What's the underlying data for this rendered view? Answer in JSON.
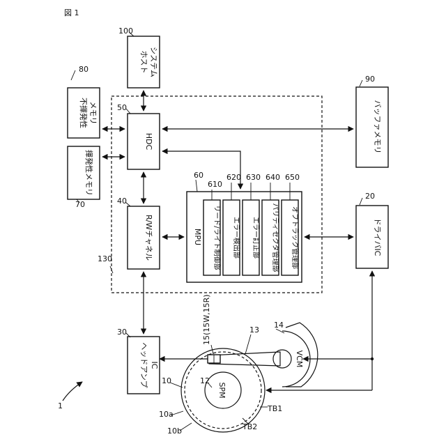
{
  "figure_title": "図 1",
  "refs": {
    "r100": "100",
    "r80": "80",
    "r90": "90",
    "r50": "50",
    "r130": "130",
    "r60": "60",
    "r610": "610",
    "r620": "620",
    "r630": "630",
    "r640": "640",
    "r650": "650",
    "r70": "70",
    "r40": "40",
    "r20": "20",
    "r30": "30",
    "r10": "10",
    "r12": "12",
    "r13": "13",
    "r14": "14",
    "r15": "15(15W,15R)",
    "r10a": "10a",
    "r10b": "10b",
    "rTB1": "TB1",
    "rTB2": "TB2",
    "r1": "1"
  },
  "blocks": {
    "host1": "ホスト",
    "host2": "システム",
    "nvm1": "不揮発性",
    "nvm2": "メモリ",
    "vm": "揮発性メモリ",
    "hdc": "HDC",
    "buffer": "バッファメモリ",
    "rw": "R/Wチャネル",
    "mpu": "MPU",
    "m610": "リード/ライト制御部",
    "m620": "エラー検出部",
    "m630": "エラー訂正部",
    "m640": "パリティセクタ管理部",
    "m650": "オフトラック管理部",
    "driver": "ドライバIC",
    "headamp1": "ヘッドアンプ",
    "headamp2": "IC",
    "spm": "SPM",
    "vcm": "VCM"
  }
}
